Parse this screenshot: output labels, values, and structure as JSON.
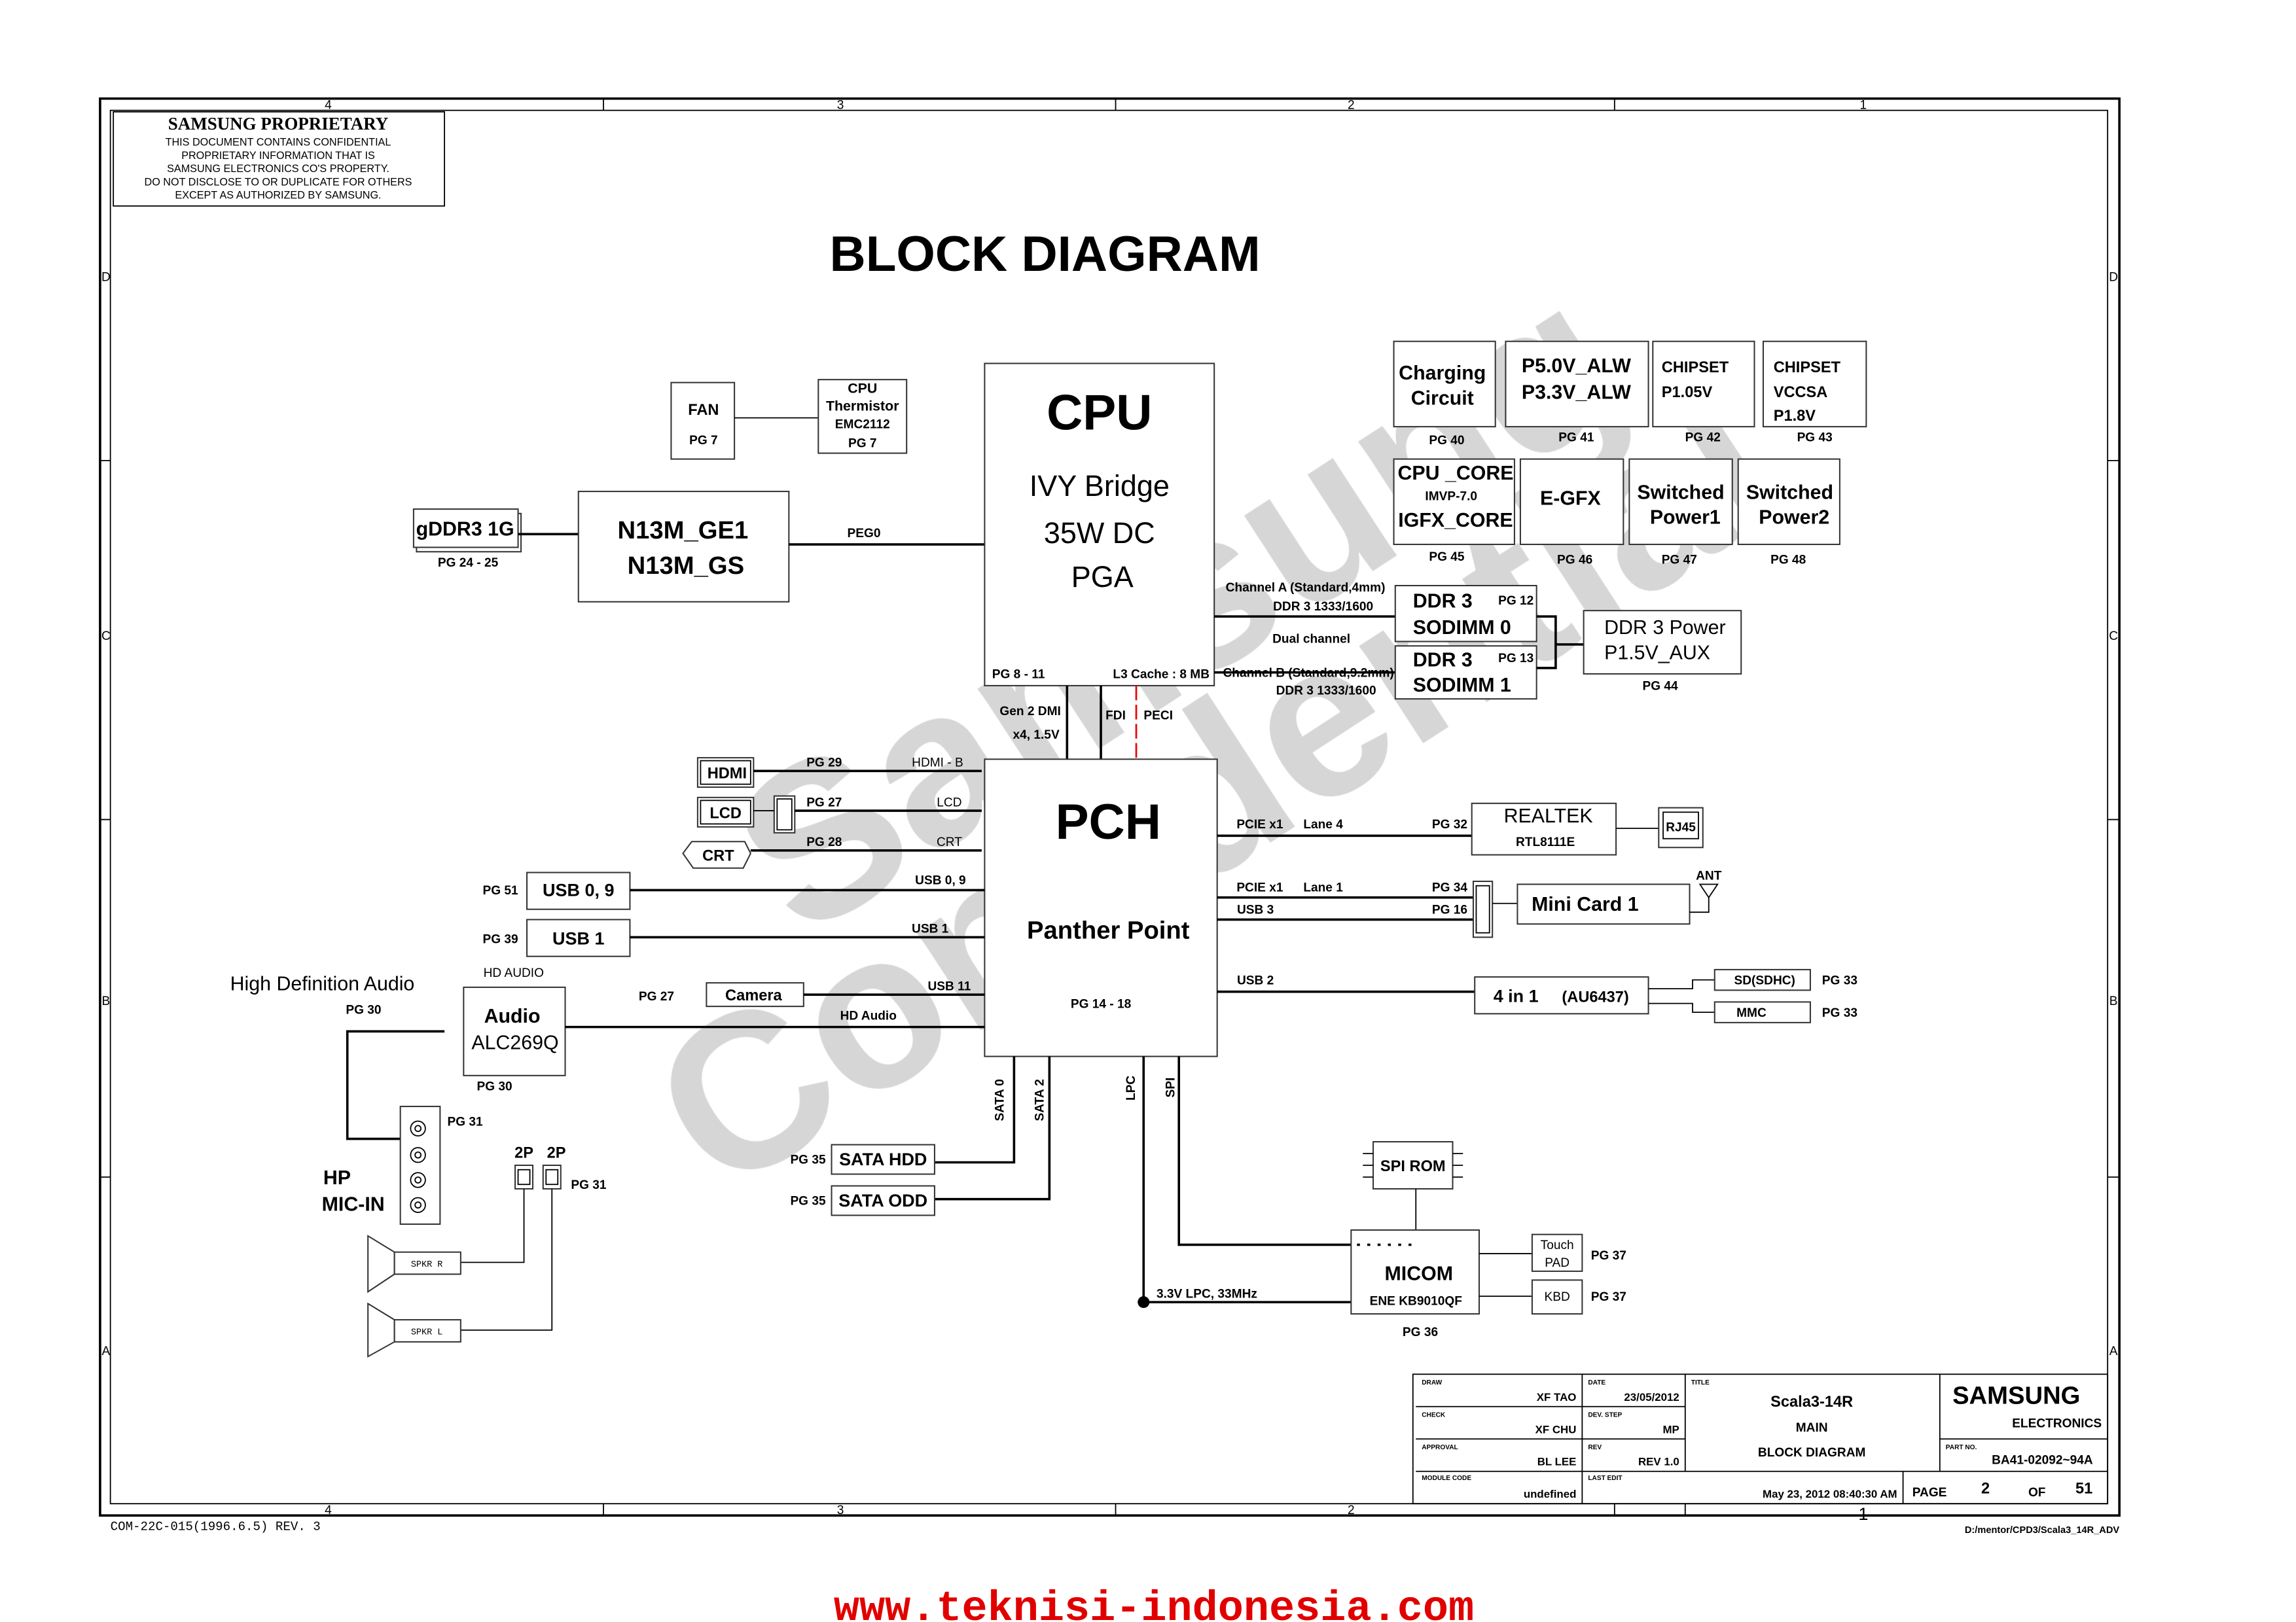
{
  "proprietary": {
    "title": "SAMSUNG PROPRIETARY",
    "lines": [
      "THIS DOCUMENT CONTAINS CONFIDENTIAL",
      "PROPRIETARY INFORMATION THAT IS",
      "SAMSUNG ELECTRONICS CO'S PROPERTY.",
      "DO NOT DISCLOSE TO OR DUPLICATE FOR OTHERS",
      "EXCEPT AS AUTHORIZED BY SAMSUNG."
    ]
  },
  "title": "BLOCK DIAGRAM",
  "watermark": [
    "Samsung",
    "Confidential"
  ],
  "grid": {
    "cols": [
      "4",
      "3",
      "2",
      "1"
    ],
    "rows": [
      "D",
      "C",
      "B",
      "A"
    ]
  },
  "fan": {
    "label": "FAN",
    "pg": "PG 7"
  },
  "thermistor": {
    "lines": [
      "CPU",
      "Thermistor",
      "EMC2112"
    ],
    "pg": "PG 7"
  },
  "gddr": {
    "label": "gDDR3 1G",
    "pg": "PG 24 - 25"
  },
  "gpu": {
    "lines": [
      "N13M_GE1",
      "N13M_GS"
    ],
    "bus": "PEG0"
  },
  "cpu": {
    "title": "CPU",
    "lines": [
      "IVY Bridge",
      "35W DC",
      "PGA"
    ],
    "pg": "PG 8 - 11",
    "cache": "L3 Cache : 8 MB"
  },
  "power": [
    {
      "lines": [
        "Charging",
        "Circuit"
      ],
      "pg": "PG 40"
    },
    {
      "lines": [
        "P5.0V_ALW",
        "P3.3V_ALW"
      ],
      "pg": "PG 41"
    },
    {
      "lines": [
        "CHIPSET",
        "P1.05V"
      ],
      "pg": "PG 42"
    },
    {
      "lines": [
        "CHIPSET",
        "VCCSA",
        "P1.8V"
      ],
      "pg": "PG 43"
    },
    {
      "lines": [
        "CPU _CORE",
        "IMVP-7.0",
        "IGFX_CORE"
      ],
      "pg": "PG 45"
    },
    {
      "lines": [
        "E-GFX"
      ],
      "pg": "PG 46"
    },
    {
      "lines": [
        "Switched",
        "Power1"
      ],
      "pg": "PG 47"
    },
    {
      "lines": [
        "Switched",
        "Power2"
      ],
      "pg": "PG 48"
    }
  ],
  "memory": {
    "chA": "Channel A (Standard,4mm)",
    "chA_speed": "DDR 3 1333/1600",
    "dual": "Dual channel",
    "chB": "Channel B (Standard,9.2mm)",
    "chB_speed": "DDR 3 1333/1600",
    "sodimm0": [
      "DDR 3",
      "SODIMM 0"
    ],
    "sodimm0_pg": "PG 12",
    "sodimm1": [
      "DDR 3",
      "SODIMM 1"
    ],
    "sodimm1_pg": "PG 13",
    "power": [
      "DDR 3 Power",
      "P1.5V_AUX"
    ],
    "power_pg": "PG 44"
  },
  "links": {
    "dmi": "Gen 2 DMI",
    "dmi2": "x4, 1.5V",
    "fdi": "FDI",
    "peci": "PECI"
  },
  "pch": {
    "title": "PCH",
    "name": "Panther Point",
    "pg": "PG 14 - 18"
  },
  "left": {
    "hdmi": {
      "label": "HDMI",
      "pg": "PG 29",
      "bus": "HDMI - B"
    },
    "lcd": {
      "label": "LCD",
      "pg": "PG 27",
      "bus": "LCD"
    },
    "crt": {
      "label": "CRT",
      "pg": "PG 28",
      "bus": "CRT"
    },
    "usb09": {
      "label": "USB 0, 9",
      "pg": "PG 51",
      "bus": "USB 0, 9"
    },
    "usb1": {
      "label": "USB 1",
      "pg": "PG 39",
      "bus": "USB 1"
    },
    "camera": {
      "label": "Camera",
      "pg": "PG 27",
      "bus": "USB 11"
    },
    "audio": {
      "lines": [
        "Audio",
        "ALC269Q"
      ],
      "pg": "PG 30",
      "top": "HD AUDIO",
      "bus": "HD Audio",
      "heading": "High Definition Audio",
      "heading_pg": "PG 30"
    },
    "jack": {
      "pg": "PG 31",
      "labels": [
        "HP",
        "MIC-IN"
      ]
    },
    "spk": {
      "c1": "2P",
      "c2": "2P",
      "pg": "PG 31",
      "r": "SPKR  R",
      "l": "SPKR  L"
    }
  },
  "bottom": {
    "sata0": "SATA 0",
    "sata2": "SATA 2",
    "hdd": "SATA HDD",
    "hdd_pg": "PG 35",
    "odd": "SATA ODD",
    "odd_pg": "PG 35",
    "lpc": "LPC",
    "spi": "SPI",
    "lpc_speed": "3.3V LPC, 33MHz",
    "spirom": "SPI ROM",
    "micom": [
      "MICOM",
      "ENE  KB9010QF"
    ],
    "micom_pg": "PG 36",
    "touch": [
      "Touch",
      "PAD"
    ],
    "touch_pg": "PG 37",
    "kbd": "KBD",
    "kbd_pg": "PG 37"
  },
  "right": {
    "pcie4": "PCIE x1",
    "lane4": "Lane 4",
    "lan_pg": "PG 32",
    "realtek": [
      "REALTEK",
      "RTL8111E"
    ],
    "rj45": "RJ45",
    "pcie1": "PCIE x1",
    "lane1": "Lane 1",
    "usb3": "USB 3",
    "mc_pg1": "PG 34",
    "mc_pg2": "PG 16",
    "minicard": "Mini Card 1",
    "ant": "ANT",
    "usb2": "USB 2",
    "cardreader": "4 in 1",
    "cardreader_chip": "(AU6437)",
    "sd": "SD(SDHC)",
    "sd_pg": "PG 33",
    "mmc": "MMC",
    "mmc_pg": "PG 33"
  },
  "titleblock": {
    "draw_h": "DRAW",
    "draw": "XF TAO",
    "date_h": "DATE",
    "date": "23/05/2012",
    "title_h": "TITLE",
    "title": [
      "Scala3-14R",
      "MAIN",
      "BLOCK DIAGRAM"
    ],
    "check_h": "CHECK",
    "check": "XF CHU",
    "dev_h": "DEV. STEP",
    "dev": "MP",
    "appr_h": "APPROVAL",
    "appr": "BL LEE",
    "rev_h": "REV",
    "rev": "REV 1.0",
    "module_h": "MODULE CODE",
    "module": "undefined",
    "edit_h": "LAST EDIT",
    "edit": "May 23, 2012 08:40:30 AM",
    "page_h": "PAGE",
    "page": "2",
    "of": "OF",
    "total": "51",
    "company": "SAMSUNG",
    "company2": "ELECTRONICS",
    "part_h": "PART NO.",
    "part": "BA41-02092~94A",
    "sheet": "1"
  },
  "form": "COM-22C-015(1996.6.5) REV. 3",
  "path": "D:/mentor/CPD3/Scala3_14R_ADV",
  "footer": "www.teknisi-indonesia.com"
}
